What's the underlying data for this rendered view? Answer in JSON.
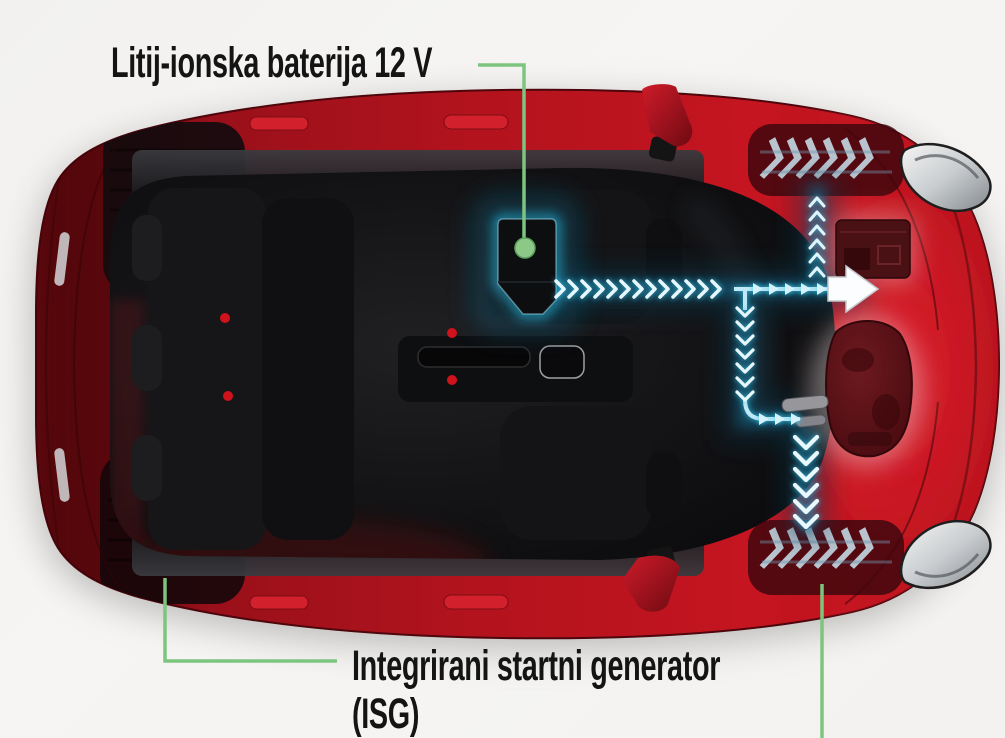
{
  "background_color": "#f4f3f1",
  "colors": {
    "car_red": "#c11520",
    "callout_green": "#7dc57e",
    "energy_flow_cyan": "#35b6dc",
    "wheel_arrow_grey": "#b9c4ce",
    "label_text": "#141414"
  },
  "callouts": {
    "battery_label": "Litij-ionska baterija 12 V",
    "isg_label_line1": "Integrirani startni generator",
    "isg_label_line2": "(ISG)"
  }
}
